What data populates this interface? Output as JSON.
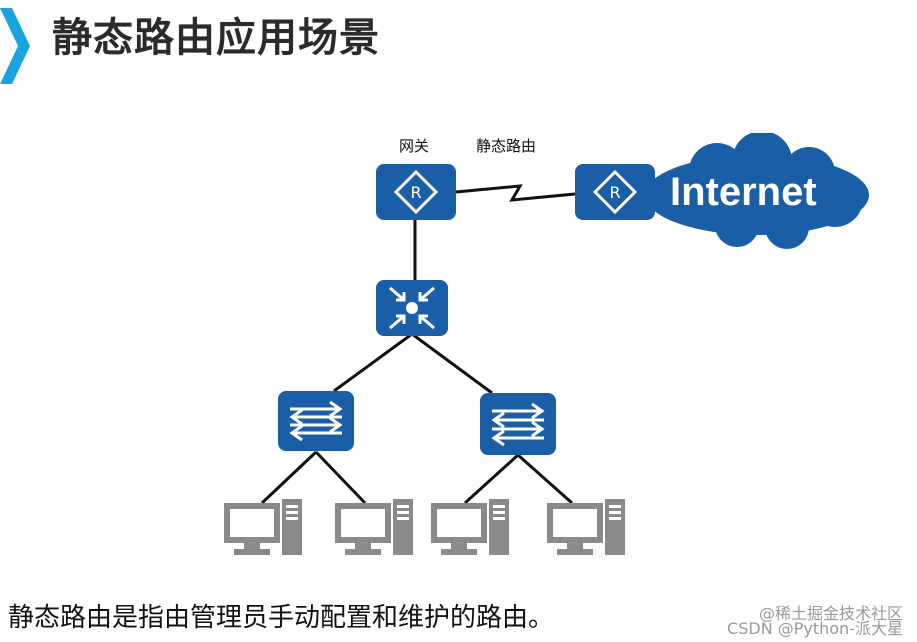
{
  "slide": {
    "title": "静态路由应用场景",
    "caption": "静态路由是指由管理员手动配置和维护的路由。"
  },
  "diagram": {
    "labels": {
      "gateway": "网关",
      "static_route": "静态路由",
      "internet": "Internet"
    },
    "router_glyph": "R"
  },
  "watermark": {
    "line1": "@稀土掘金技术社区",
    "line2": "CSDN @Python-派大星"
  },
  "colors": {
    "device_blue": "#1a5ea8",
    "cloud_blue": "#1a5ea8",
    "pc_gray": "#8a8a8a",
    "accent_cyan": "#1aa3e0"
  }
}
